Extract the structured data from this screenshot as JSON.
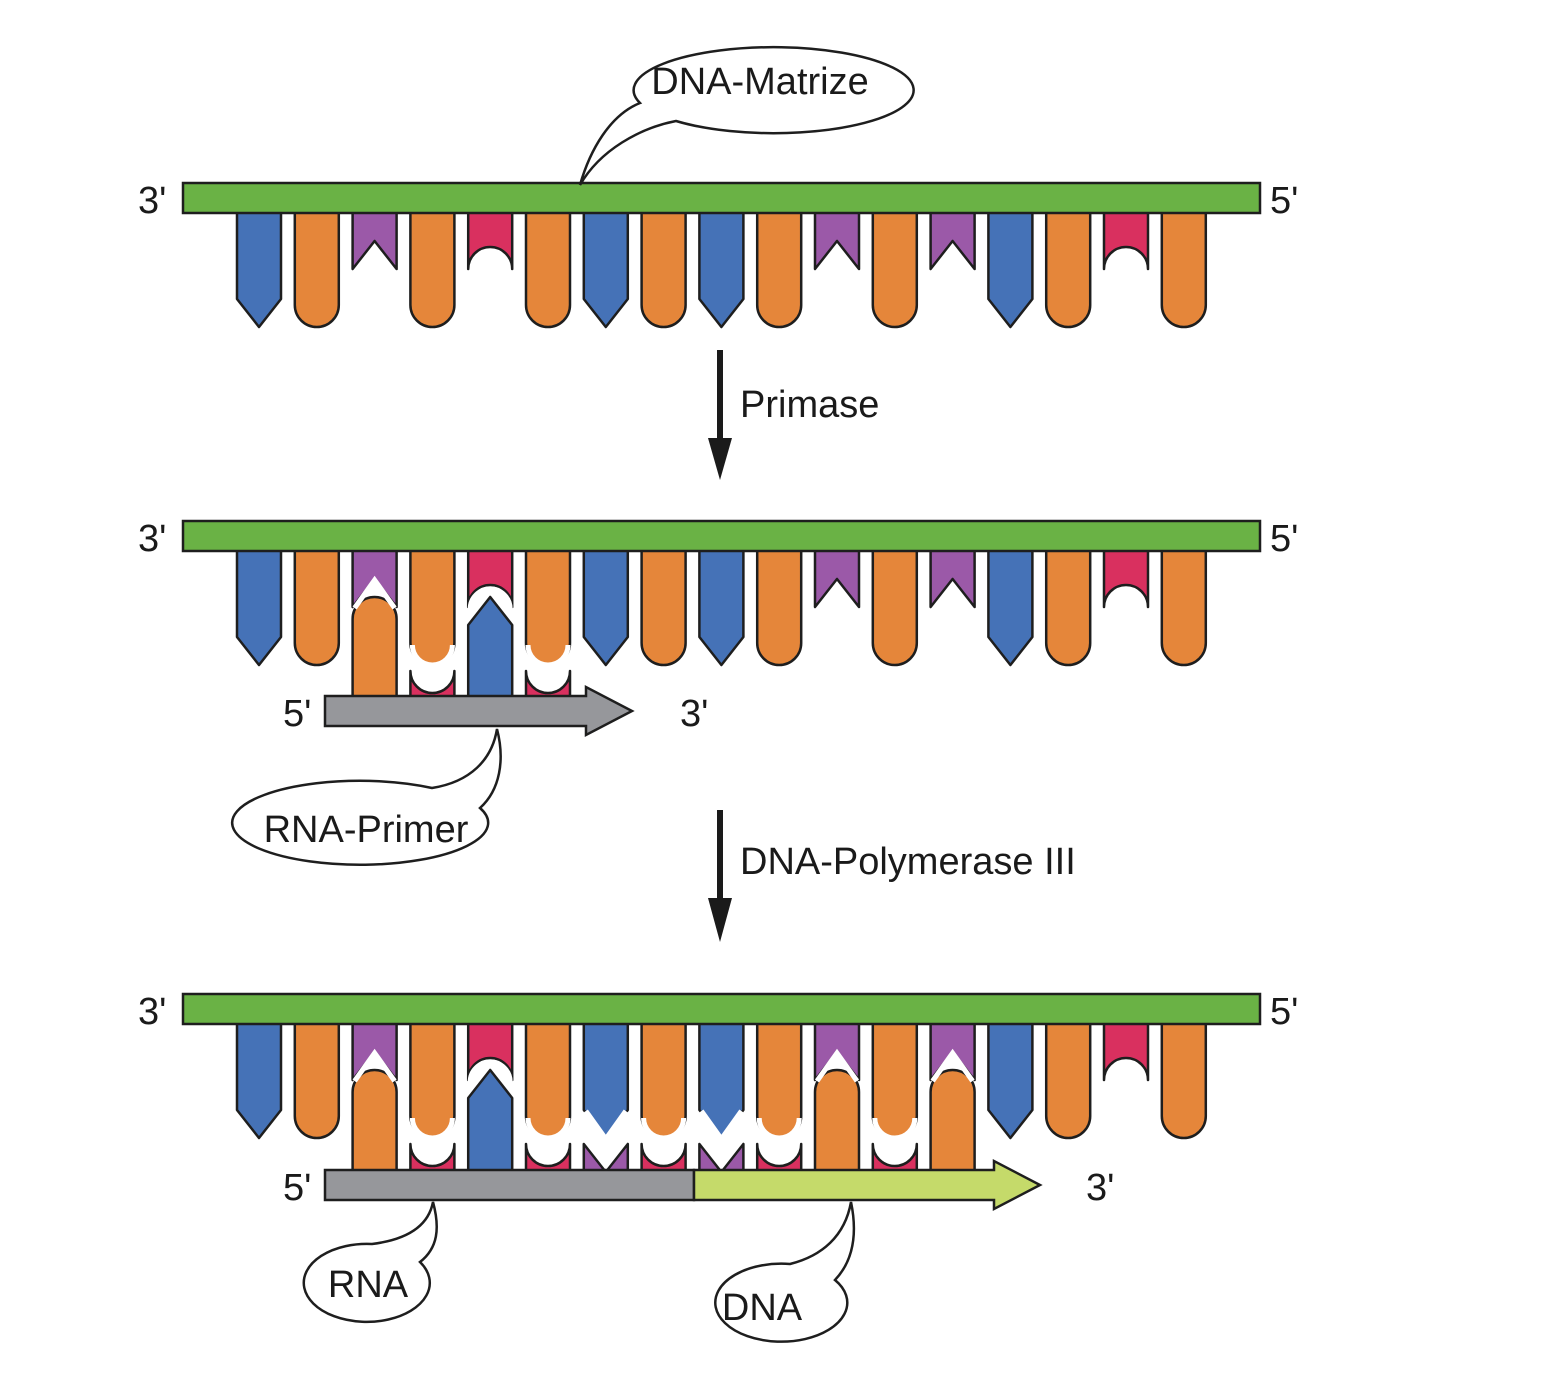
{
  "labels": {
    "template": "DNA-Matrize",
    "step1_enzyme": "Primase",
    "step2_enzyme": "DNA-Polymerase III",
    "rna_primer": "RNA-Primer",
    "rna": "RNA",
    "dna": "DNA",
    "three_prime": "3'",
    "five_prime": "5'"
  },
  "template_sequence": [
    "T",
    "A",
    "G",
    "A",
    "C",
    "A",
    "T",
    "A",
    "T",
    "A",
    "G",
    "A",
    "G",
    "T",
    "A",
    "C",
    "A"
  ],
  "step2_primer_sequence": [
    "A",
    "C",
    "T",
    "C"
  ],
  "step3_new_strand": [
    {
      "base": "A",
      "kind": "rna"
    },
    {
      "base": "C",
      "kind": "rna"
    },
    {
      "base": "T",
      "kind": "rna"
    },
    {
      "base": "C",
      "kind": "rna"
    },
    {
      "base": "G",
      "kind": "dna"
    },
    {
      "base": "C",
      "kind": "dna"
    },
    {
      "base": "G",
      "kind": "dna"
    },
    {
      "base": "C",
      "kind": "dna"
    },
    {
      "base": "A",
      "kind": "dna"
    },
    {
      "base": "C",
      "kind": "dna"
    },
    {
      "base": "A",
      "kind": "dna"
    }
  ],
  "colors": {
    "backbone_template": "#6ab245",
    "backbone_rna": "#96979b",
    "backbone_dna": "#c5da6a",
    "T": "#4572b7",
    "A": "#e5863a",
    "C": "#d9305f",
    "G": "#9b59a8",
    "outline": "#1e1e1e",
    "bubble_fill": "#ffffff"
  }
}
